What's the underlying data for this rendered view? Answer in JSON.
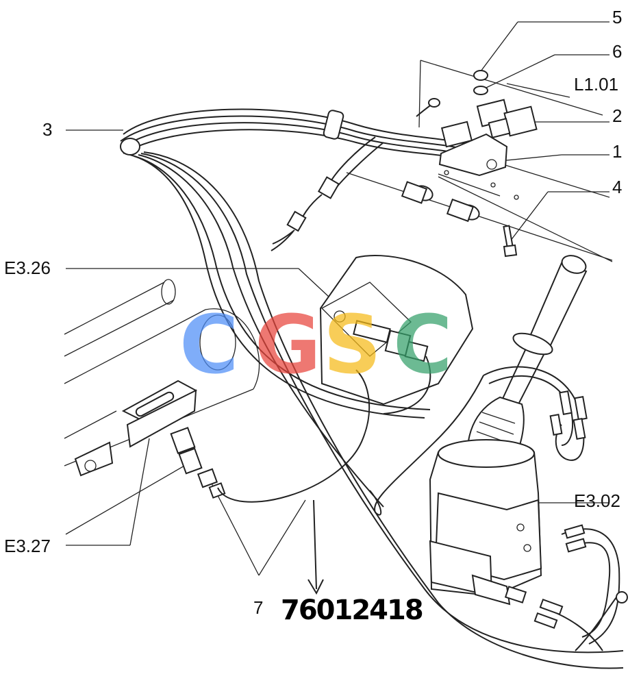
{
  "labels": {
    "l5": "5",
    "l6": "6",
    "l101": "L1.01",
    "l2": "2",
    "l1": "1",
    "l4": "4",
    "l3": "3",
    "le326": "E3.26",
    "le327": "E3.27",
    "le302": "E3.02",
    "l7": "7"
  },
  "handwritten_part_number": "76012418",
  "watermark": {
    "letters": [
      "C",
      "G",
      "S",
      "C"
    ],
    "colors": [
      "#4f8ef7",
      "#e8453c",
      "#f6bb18",
      "#34a06a"
    ]
  }
}
